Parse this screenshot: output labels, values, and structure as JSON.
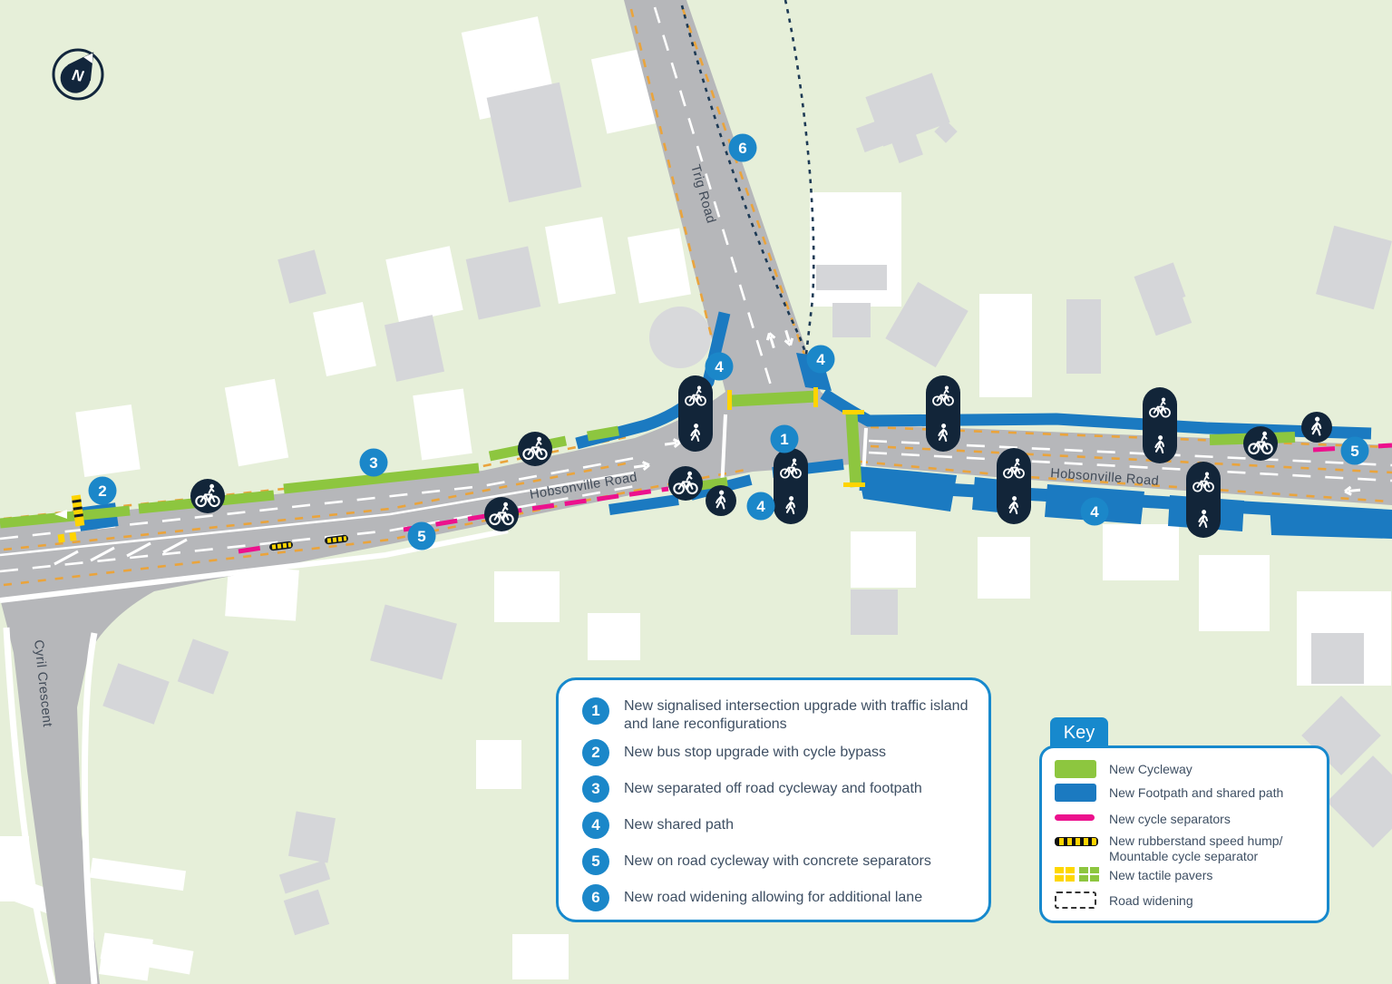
{
  "map": {
    "compass_letter": "N",
    "labels": {
      "trig": "Trig Road",
      "hobsonville_west": "Hobsonville Road",
      "hobsonville_east": "Hobsonville Road",
      "cyril": "Cyril Crescent"
    },
    "badges": [
      {
        "label": "1"
      },
      {
        "label": "2"
      },
      {
        "label": "3"
      },
      {
        "label": "4"
      },
      {
        "label": "4"
      },
      {
        "label": "4"
      },
      {
        "label": "4"
      },
      {
        "label": "5"
      },
      {
        "label": "5"
      },
      {
        "label": "6"
      }
    ]
  },
  "callout": {
    "items": [
      {
        "num": "1",
        "line1": "New signalised intersection upgrade with traffic island",
        "line2": "and lane reconfigurations"
      },
      {
        "num": "2",
        "line1": "New bus stop upgrade with cycle bypass",
        "line2": ""
      },
      {
        "num": "3",
        "line1": "New separated off road cycleway and footpath",
        "line2": ""
      },
      {
        "num": "4",
        "line1": "New shared path",
        "line2": ""
      },
      {
        "num": "5",
        "line1": "New on road cycleway with concrete separators",
        "line2": ""
      },
      {
        "num": "6",
        "line1": "New road widening  allowing for additional lane",
        "line2": ""
      }
    ]
  },
  "key": {
    "title": "Key",
    "items": [
      {
        "line1": "New Cycleway",
        "line2": ""
      },
      {
        "line1": "New Footpath and shared path",
        "line2": ""
      },
      {
        "line1": "New cycle separators",
        "line2": ""
      },
      {
        "line1": "New rubberstand speed hump/",
        "line2": "Mountable cycle separator"
      },
      {
        "line1": "New tactile pavers",
        "line2": ""
      },
      {
        "line1": "Road widening",
        "line2": ""
      }
    ]
  },
  "colors": {
    "background_green": "#e6efd9",
    "road_gray": "#b6b7ba",
    "building_gray": "#d5d6d9",
    "cycleway_green": "#8dc63f",
    "footpath_blue": "#1b7ac1",
    "separator_pink": "#ec118d",
    "hump_yellow": "#ffd400",
    "tactile_yellow": "#fed700",
    "tactile_green": "#8dc63f",
    "badge_blue": "#1b87c9",
    "navy": "#122539",
    "accent_blue": "#1789cd",
    "text_navy": "#3e4f63",
    "marking_yellow": "#eaa43c",
    "widening_dash": "#1d3a55"
  }
}
